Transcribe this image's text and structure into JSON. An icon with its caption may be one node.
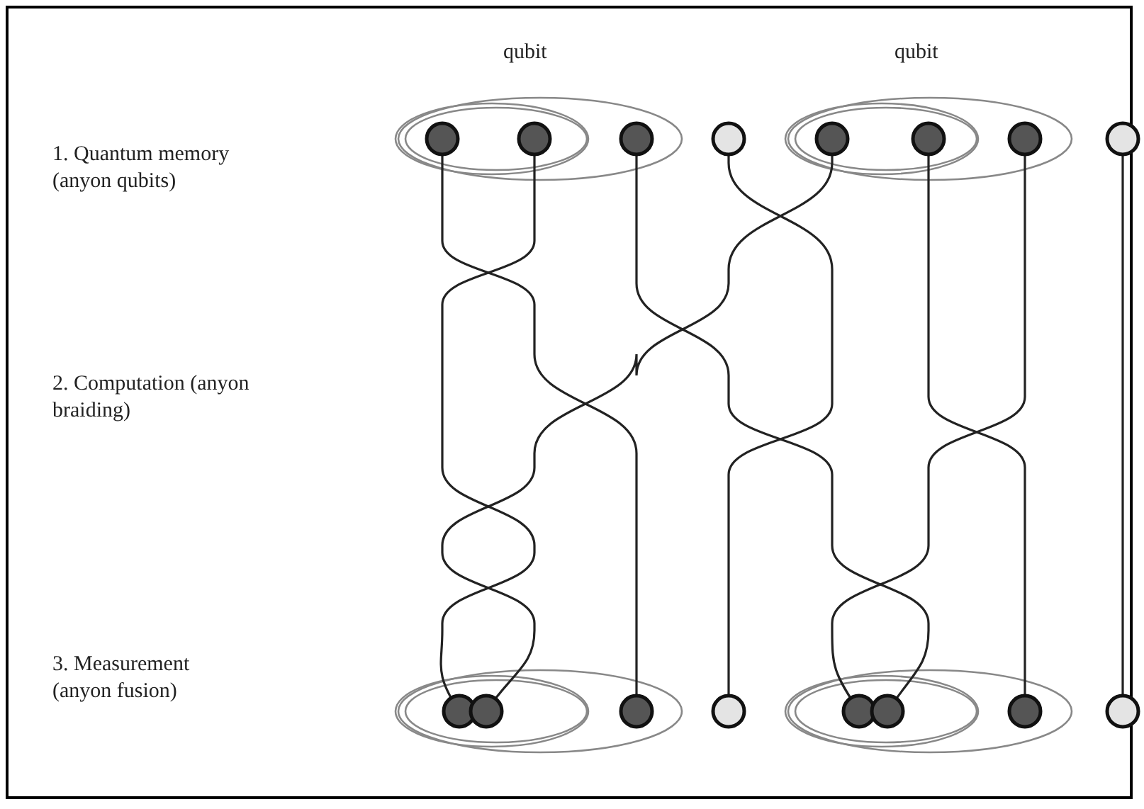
{
  "diagram": {
    "labels": [
      "qubit",
      "qubit",
      "1. Quantum memory (anyon qubits)",
      "2. Computation (anyon braiding)",
      "3. Measurement (anyon fusion)"
    ]
  }
}
